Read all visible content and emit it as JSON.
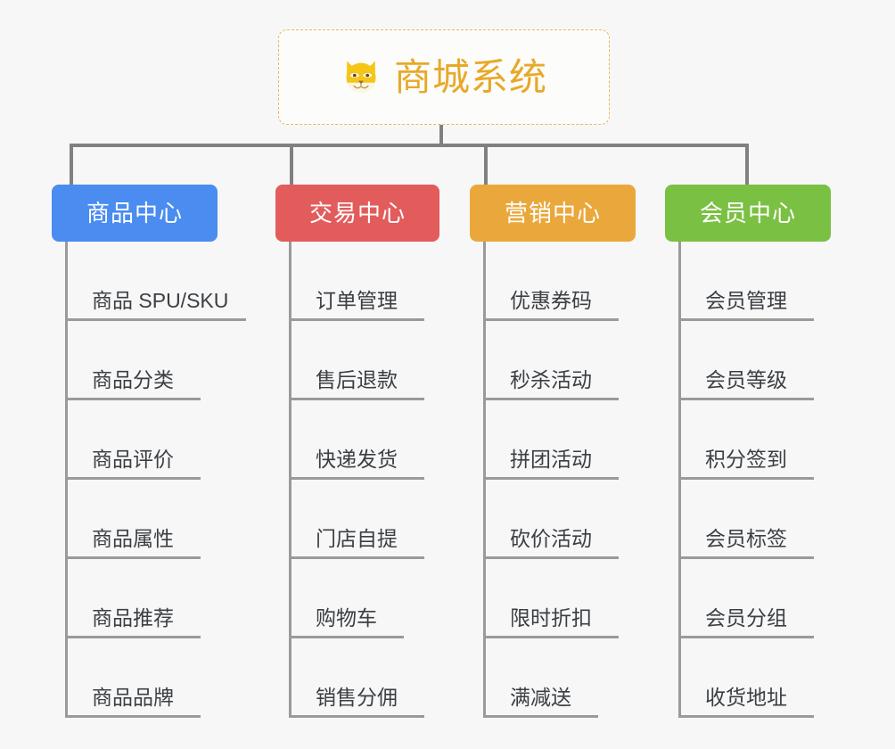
{
  "diagram": {
    "title": "商城系统",
    "root": {
      "label": "商城系统",
      "icon": "shiba-dog-face-icon",
      "text_color": "#e8a828",
      "border_color": "#e8b75e",
      "background": "#fcfcfa"
    },
    "background_color": "#f7f7f7",
    "connector_color": "#808080",
    "leaf_line_color": "#9a9a9a",
    "leaf_text_color": "#3b3f44",
    "branches": [
      {
        "label": "商品中心",
        "color": "#4a8cf0",
        "items": [
          "商品 SPU/SKU",
          "商品分类",
          "商品评价",
          "商品属性",
          "商品推荐",
          "商品品牌"
        ]
      },
      {
        "label": "交易中心",
        "color": "#e25c5c",
        "items": [
          "订单管理",
          "售后退款",
          "快递发货",
          "门店自提",
          "购物车",
          "销售分佣"
        ]
      },
      {
        "label": "营销中心",
        "color": "#eaa83c",
        "items": [
          "优惠券码",
          "秒杀活动",
          "拼团活动",
          "砍价活动",
          "限时折扣",
          "满减送"
        ]
      },
      {
        "label": "会员中心",
        "color": "#7ac143",
        "items": [
          "会员管理",
          "会员等级",
          "积分签到",
          "会员标签",
          "会员分组",
          "收货地址"
        ]
      }
    ]
  }
}
